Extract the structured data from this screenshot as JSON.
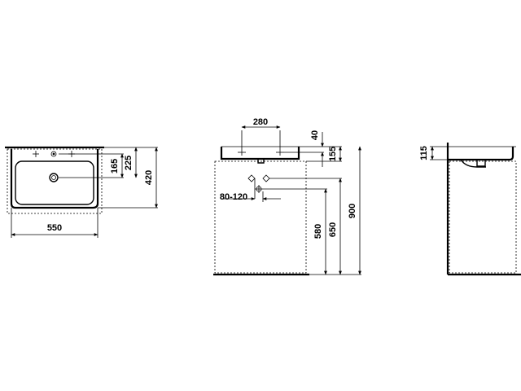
{
  "top_view": {
    "dim_width": "550",
    "dim_depth": "420",
    "dim_tap_offset": "225",
    "dim_drain_offset": "165"
  },
  "front_view": {
    "dim_tap_spacing": "280",
    "dim_rim": "40",
    "dim_bowl_height": "155",
    "dim_drain_range": "80-120",
    "dim_h580": "580",
    "dim_h650": "650",
    "dim_h900": "900"
  },
  "side_view": {
    "dim_height": "115"
  }
}
